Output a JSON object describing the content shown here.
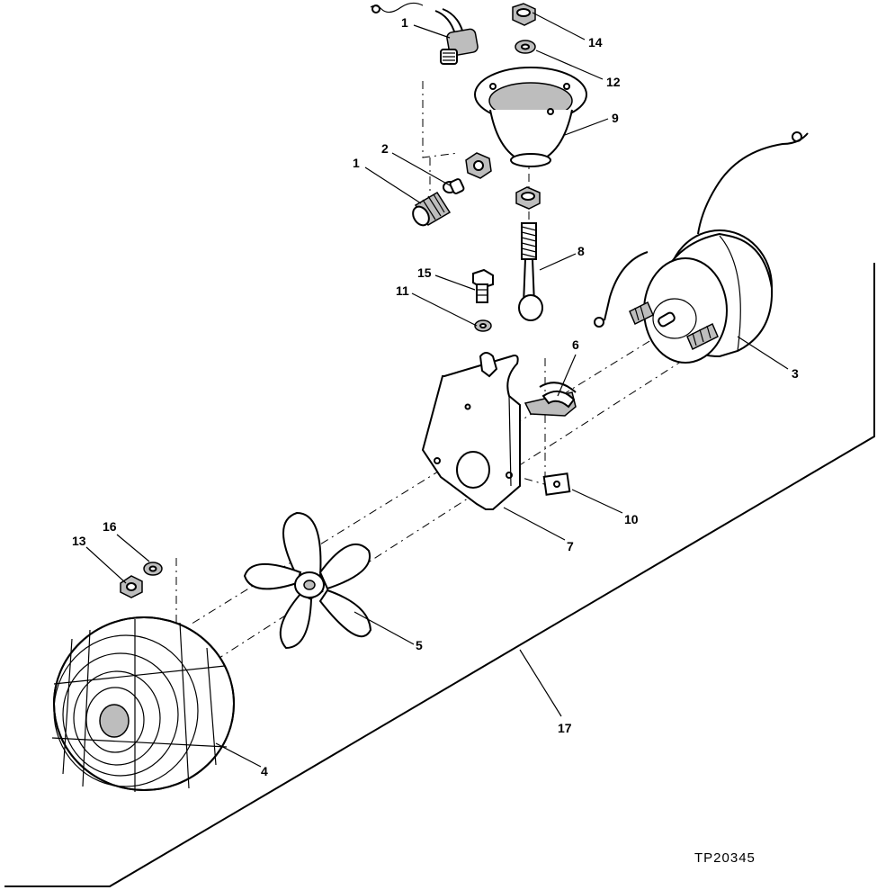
{
  "figure_id": "TP20345",
  "callouts": [
    {
      "id": "1a",
      "text": "1"
    },
    {
      "id": "14",
      "text": "14"
    },
    {
      "id": "12",
      "text": "12"
    },
    {
      "id": "9",
      "text": "9"
    },
    {
      "id": "2",
      "text": "2"
    },
    {
      "id": "1b",
      "text": "1"
    },
    {
      "id": "8",
      "text": "8"
    },
    {
      "id": "15",
      "text": "15"
    },
    {
      "id": "11",
      "text": "11"
    },
    {
      "id": "6",
      "text": "6"
    },
    {
      "id": "3",
      "text": "3"
    },
    {
      "id": "10",
      "text": "10"
    },
    {
      "id": "7",
      "text": "7"
    },
    {
      "id": "16",
      "text": "16"
    },
    {
      "id": "13",
      "text": "13"
    },
    {
      "id": "5",
      "text": "5"
    },
    {
      "id": "17",
      "text": "17"
    },
    {
      "id": "4",
      "text": "4"
    }
  ],
  "icons": {
    "motor": "motor-icon",
    "fan_guard": "fan-guard-icon",
    "fan_blade": "fan-blade-icon",
    "bracket": "mounting-bracket-icon",
    "swivel_base": "swivel-base-icon"
  }
}
